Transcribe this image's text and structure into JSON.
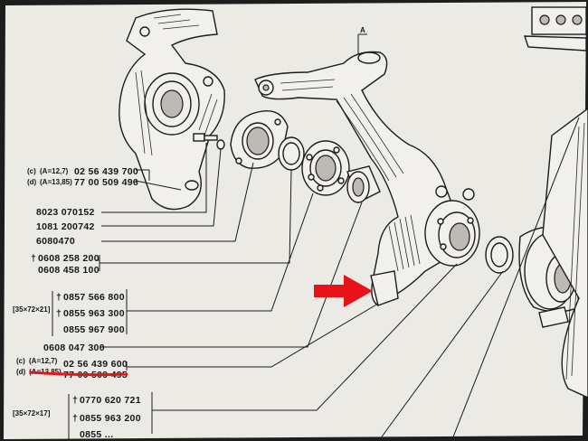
{
  "labels": {
    "group1": {
      "c": "(c)",
      "c_size": "(A=12,7)",
      "c_num": "02 56 439 700",
      "d": "(d)",
      "d_size": "(A=13,85)",
      "d_num": "77 00 509 496"
    },
    "p_8023": "8023 070152",
    "p_1081": "1081 200742",
    "p_6080": "6080470",
    "p_0608a": "0608 258 200",
    "p_0608b": "0608 458 100",
    "group2": {
      "size": "[35×72×21]",
      "n1": "0857 566 800",
      "n2": "0855 963 300",
      "n3": "0855 967 900"
    },
    "p_0608c": "0608 047 300",
    "group3": {
      "c": "(c)",
      "c_size": "(A=12,7)",
      "c_num": "02 56 439 600",
      "d": "(d)",
      "d_size": "(A=13,85)",
      "d_num": "77 00 509 495"
    },
    "group4": {
      "size": "[35×72×17]",
      "n1": "0770 620 721",
      "n2": "0855 963 200",
      "n3": "0855 ..."
    },
    "arrow_tag": "A",
    "dagger": "†"
  },
  "colors": {
    "paper": "#eceae4",
    "ink": "#161616",
    "highlight_red": "#e8131a",
    "background": "#1d1d1d"
  },
  "icons": {
    "pointer": "red-arrow-icon"
  }
}
